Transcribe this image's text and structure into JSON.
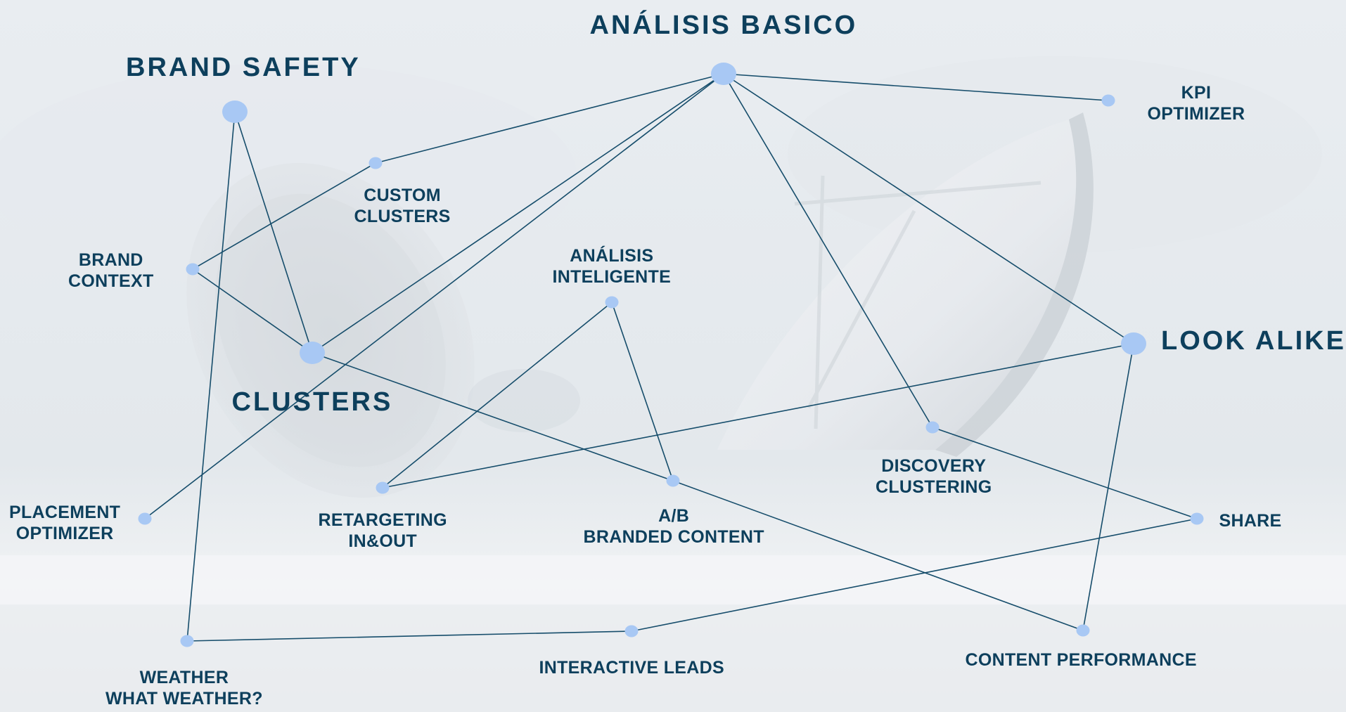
{
  "colors": {
    "background": "#eef1f4",
    "node_fill": "#a8c8f4",
    "edge": "#164d6b",
    "label": "#0d3f5c"
  },
  "nodes": [
    {
      "id": "brand_safety",
      "label": "BRAND  SAFETY",
      "size": "large"
    },
    {
      "id": "analisis_basico",
      "label": "ANÁLISIS BASICO",
      "size": "large"
    },
    {
      "id": "clusters",
      "label": "CLUSTERS",
      "size": "large"
    },
    {
      "id": "look_alike",
      "label": "LOOK ALIKE",
      "size": "large"
    },
    {
      "id": "kpi_optimizer",
      "label": "KPI\nOPTIMIZER",
      "size": "small"
    },
    {
      "id": "custom_clusters",
      "label": "CUSTOM\nCLUSTERS",
      "size": "small"
    },
    {
      "id": "brand_context",
      "label": "BRAND\nCONTEXT",
      "size": "small"
    },
    {
      "id": "analisis_inteligente",
      "label": "ANÁLISIS\nINTELIGENTE",
      "size": "small"
    },
    {
      "id": "discovery_clustering",
      "label": "DISCOVERY\nCLUSTERING",
      "size": "small"
    },
    {
      "id": "placement_optimizer",
      "label": "PLACEMENT\nOPTIMIZER",
      "size": "small"
    },
    {
      "id": "retargeting",
      "label": "RETARGETING\nIN&OUT",
      "size": "small"
    },
    {
      "id": "ab_branded",
      "label": "A/B\nBRANDED CONTENT",
      "size": "small"
    },
    {
      "id": "share",
      "label": "SHARE",
      "size": "small"
    },
    {
      "id": "weather",
      "label": "WEATHER\nWHAT WEATHER?",
      "size": "small"
    },
    {
      "id": "interactive_leads",
      "label": "INTERACTIVE  LEADS",
      "size": "small"
    },
    {
      "id": "content_performance",
      "label": "CONTENT  PERFORMANCE",
      "size": "small"
    }
  ],
  "edges": [
    [
      "analisis_basico",
      "custom_clusters"
    ],
    [
      "analisis_basico",
      "kpi_optimizer"
    ],
    [
      "analisis_basico",
      "clusters"
    ],
    [
      "analisis_basico",
      "placement_optimizer"
    ],
    [
      "analisis_basico",
      "discovery_clustering"
    ],
    [
      "analisis_basico",
      "look_alike"
    ],
    [
      "custom_clusters",
      "brand_context"
    ],
    [
      "brand_context",
      "clusters"
    ],
    [
      "brand_safety",
      "clusters"
    ],
    [
      "brand_safety",
      "weather"
    ],
    [
      "clusters",
      "ab_branded"
    ],
    [
      "analisis_inteligente",
      "retargeting"
    ],
    [
      "analisis_inteligente",
      "ab_branded"
    ],
    [
      "retargeting",
      "look_alike"
    ],
    [
      "look_alike",
      "content_performance"
    ],
    [
      "ab_branded",
      "content_performance"
    ],
    [
      "discovery_clustering",
      "share"
    ],
    [
      "share",
      "interactive_leads"
    ],
    [
      "interactive_leads",
      "weather"
    ]
  ]
}
